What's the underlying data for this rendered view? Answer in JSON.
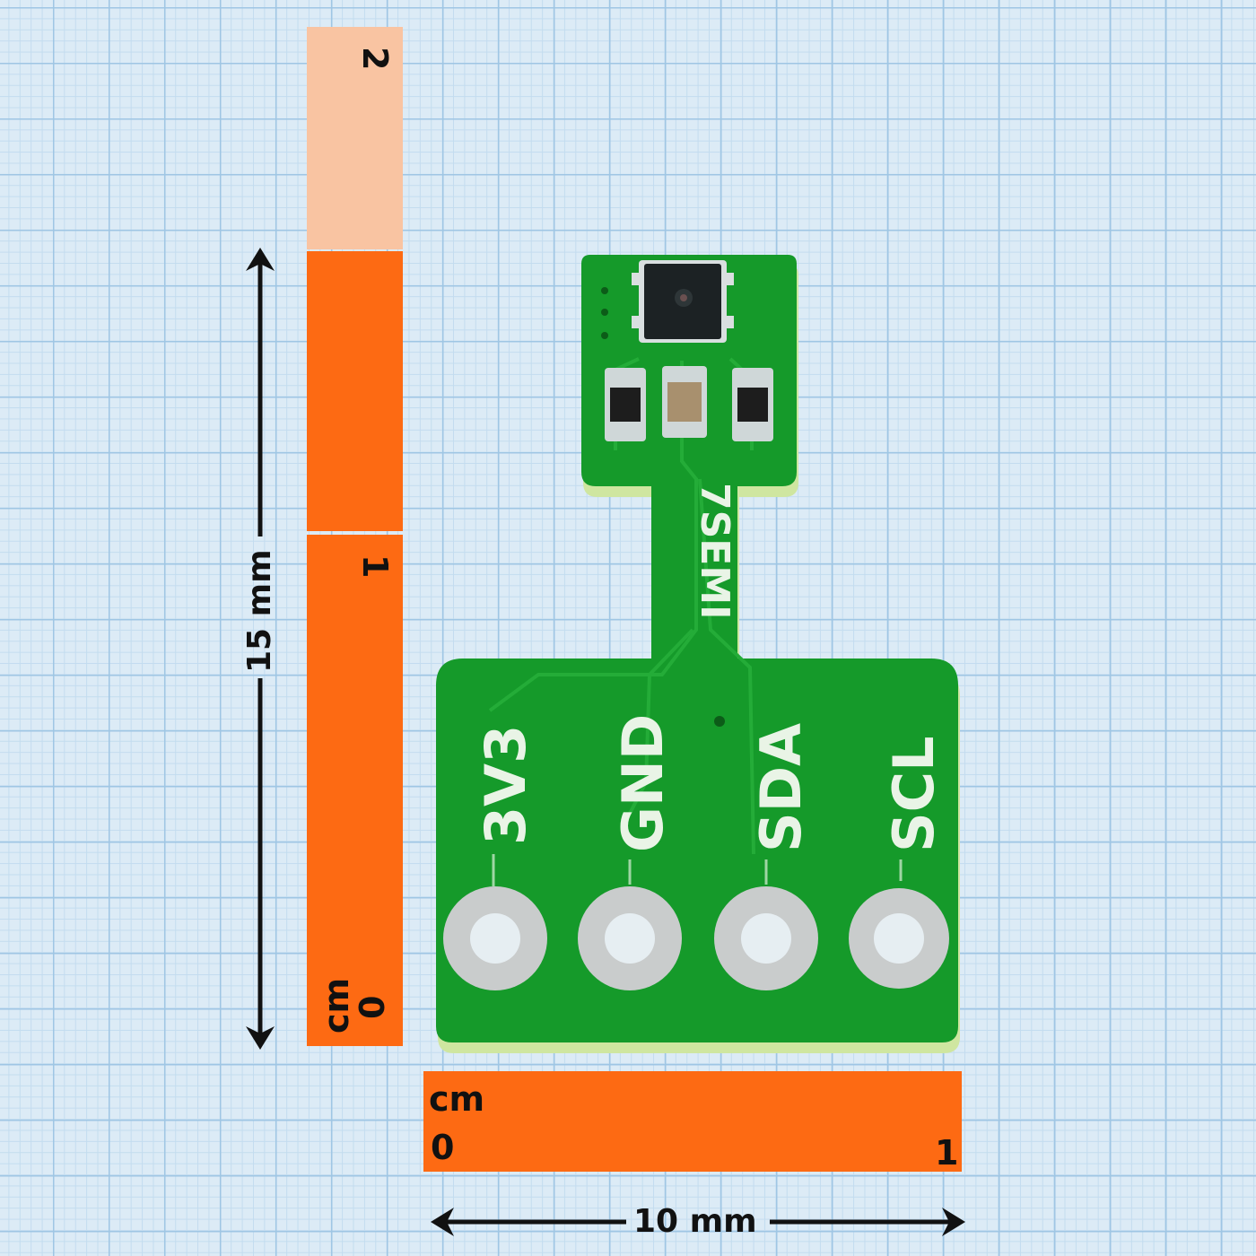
{
  "vertical_ruler": {
    "unit": "cm",
    "tick_0": "0",
    "tick_1": "1",
    "tick_2": "2"
  },
  "vertical_dimension": {
    "label": "15 mm"
  },
  "horizontal_ruler": {
    "unit": "cm",
    "tick_0": "0",
    "tick_1": "1"
  },
  "horizontal_dimension": {
    "label": "10 mm"
  },
  "board": {
    "brand": "7SEMI",
    "pins": [
      "3V3",
      "GND",
      "SDA",
      "SCL"
    ]
  },
  "colors": {
    "grid_background": "#dcebf6",
    "ruler_orange": "#fd6a13",
    "ruler_light": "#f9c4a2",
    "pcb_green": "#159a2a",
    "silkscreen": "#e9f4e6"
  }
}
